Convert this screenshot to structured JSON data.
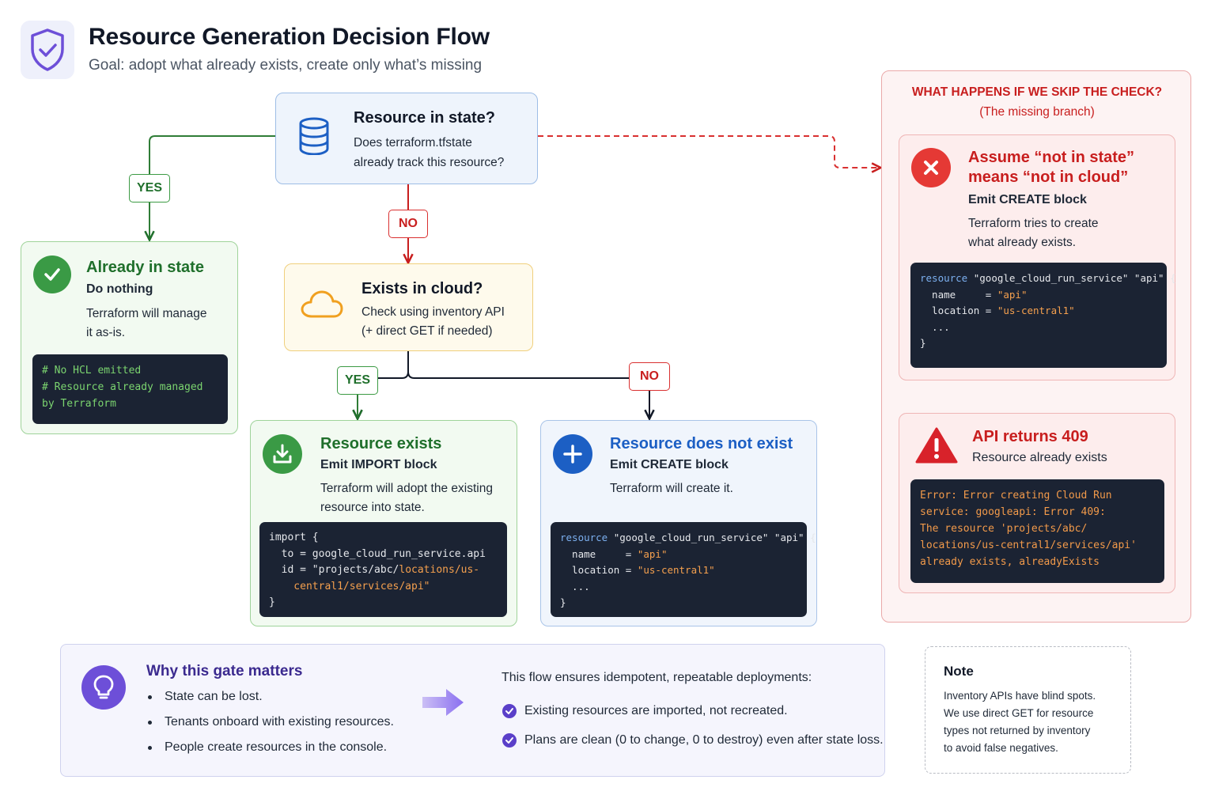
{
  "header": {
    "title": "Resource Generation Decision Flow",
    "subtitle": "Goal: adopt what already exists, create only what’s missing"
  },
  "colors": {
    "green": "#3c9a44",
    "red": "#d93030",
    "blue": "#1c5fc4",
    "purple": "#6d4fd8",
    "dark": "#1b2333"
  },
  "state_check": {
    "title": "Resource in state?",
    "line1": "Does terraform.tfstate",
    "line2": "already track this resource?",
    "icon": "database-icon"
  },
  "labels": {
    "yes": "YES",
    "no": "NO"
  },
  "already_in_state": {
    "title": "Already in state",
    "subtitle": "Do nothing",
    "line1": "Terraform will manage",
    "line2": "it as-is.",
    "code": [
      "# No HCL emitted",
      "# Resource already managed",
      "by Terraform"
    ]
  },
  "cloud_check": {
    "title": "Exists in cloud?",
    "line1": "Check using inventory API",
    "line2": "(+ direct GET if needed)",
    "icon": "cloud-icon"
  },
  "resource_exists": {
    "title": "Resource exists",
    "subtitle": "Emit IMPORT block",
    "line1": "Terraform will adopt the existing",
    "line2": "resource into state.",
    "code": {
      "l1": "import {",
      "l2": "  to = google_cloud_run_service.api",
      "l3a": "  id = \"projects/abc/",
      "l3b": "locations/us-",
      "l4": "    central1/services/api\"",
      "l5": "}"
    }
  },
  "resource_missing": {
    "title": "Resource does not exist",
    "subtitle": "Emit CREATE block",
    "line1": "Terraform will create it.",
    "code": {
      "kw": "resource",
      "type": " \"google_cloud_run_service\" \"api\" {",
      "name_key": "  name     = ",
      "name_val": "\"api\"",
      "loc_key": "  location = ",
      "loc_val": "\"us-central1\"",
      "dots": "  ...",
      "close": "}"
    }
  },
  "skip_panel": {
    "title": "WHAT HAPPENS IF WE SKIP THE CHECK?",
    "subtitle": "(The missing branch)",
    "assume": {
      "title1": "Assume “not in state”",
      "title2": "means “not in cloud”",
      "subtitle": "Emit CREATE block",
      "line1": "Terraform tries to create",
      "line2": "what already exists.",
      "code": {
        "kw": "resource",
        "type": " \"google_cloud_run_service\" \"api\" {",
        "name_key": "  name     = ",
        "name_val": "\"api\"",
        "loc_key": "  location = ",
        "loc_val": "\"us-central1\"",
        "dots": "  ...",
        "close": "}"
      }
    },
    "api409": {
      "title": "API returns 409",
      "subtitle": "Resource already exists",
      "code": [
        "Error: Error creating Cloud Run",
        "service: googleapi: Error 409:",
        "The resource 'projects/abc/",
        "locations/us-central1/services/api'",
        "already exists, alreadyExists"
      ]
    }
  },
  "why": {
    "title": "Why this gate matters",
    "bullets": [
      "State can be lost.",
      "Tenants onboard with existing resources.",
      "People create resources in the console."
    ],
    "lead": "This flow ensures idempotent, repeatable deployments:",
    "checks": [
      "Existing resources are imported, not recreated.",
      "Plans are clean (0 to change, 0 to destroy) even after state loss."
    ]
  },
  "note": {
    "title": "Note",
    "lines": [
      "Inventory APIs have blind spots.",
      "We use direct GET for resource",
      "types not returned by inventory",
      "to avoid false negatives."
    ]
  }
}
